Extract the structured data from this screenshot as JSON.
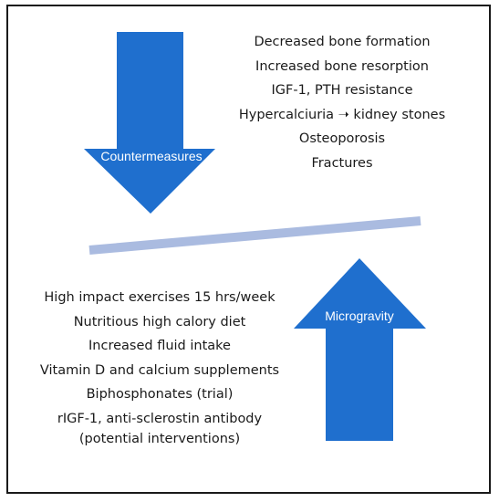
{
  "colors": {
    "arrow": "#1f6fce",
    "lever": "#aabbe0",
    "text": "#1a1a1a",
    "arrow_label": "#ffffff",
    "border": "#1a1a1a"
  },
  "arrows": {
    "countermeasures": {
      "label": "Countermeasures",
      "direction": "down"
    },
    "microgravity": {
      "label": "Microgravity",
      "direction": "up"
    }
  },
  "top_effects": [
    "Decreased bone formation",
    "Increased bone resorption",
    "IGF-1, PTH resistance",
    "Hypercalciuria ➝ kidney stones",
    "Osteoporosis",
    "Fractures"
  ],
  "bottom_countermeasures": [
    "High impact exercises 15 hrs/week",
    "Nutritious high calory diet",
    "Increased fluid intake",
    "Vitamin D and calcium supplements",
    "Biphosphonates (trial)",
    "rIGF-1, anti-sclerostin antibody"
  ],
  "bottom_note": "(potential interventions)"
}
